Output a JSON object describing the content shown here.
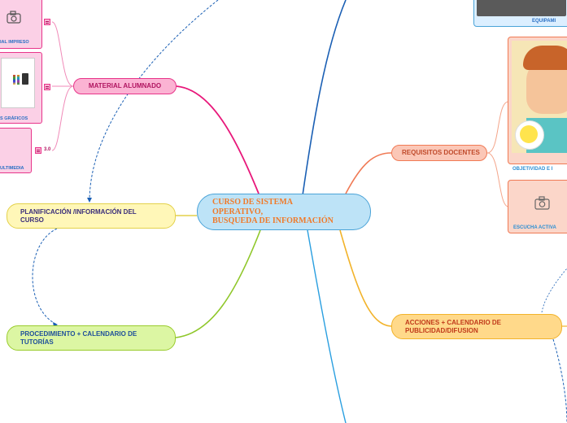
{
  "central": {
    "line1": "CURSO DE SISTEMA",
    "line2": "OPERATIVO,",
    "line3": "BUSQUEDA DE INFORMACIÓN"
  },
  "material": {
    "label": "MATERIAL ALUMNADO",
    "children": [
      {
        "label": "IAL IMPRESO"
      },
      {
        "label": "S GRÁFICOS"
      },
      {
        "label": "ULTIMEDIA",
        "count": "3.0"
      }
    ]
  },
  "requisitos": {
    "label": "REQUISITOS DOCENTES",
    "children": [
      {
        "label": "OBJETIVIDAD E I"
      },
      {
        "label": "ESCUCHA ACTIVA"
      }
    ]
  },
  "planificacion": {
    "line1": "PLANIFICACIÓN /INFORMACIÓN DEL",
    "line2": "CURSO"
  },
  "procedimiento": {
    "line1": "PROCEDIMIENTO + CALENDARIO DE",
    "line2": "TUTORÍAS"
  },
  "acciones": {
    "line1": "ACCIONES + CALENDARIO DE",
    "line2": "PUBLICIDAD/DIFUSION"
  },
  "equipamiento": {
    "label": "EQUIPAMI"
  },
  "colors": {
    "central": "#bde3f7",
    "material": "#e8358a",
    "requisitos": "#f07a55",
    "planificacion": "#e3d14a",
    "procedimiento": "#9acc2d",
    "acciones": "#f2b32a",
    "blue_link": "#1a73c8"
  }
}
